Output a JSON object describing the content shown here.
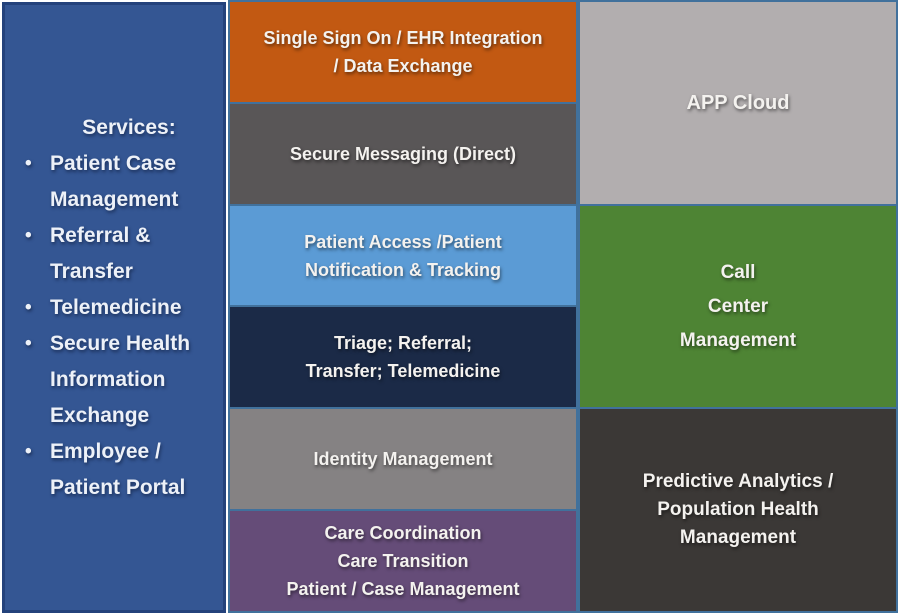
{
  "left_panel": {
    "title": "Services:",
    "background": "#345693",
    "items": [
      "Patient Case Management",
      "Referral & Transfer",
      "Telemedicine",
      "Secure Health Information Exchange",
      "Employee / Patient Portal"
    ]
  },
  "middle": {
    "blocks": [
      {
        "name": "single-sign-on",
        "color": "#C25912",
        "lines": [
          "Single Sign On / EHR Integration",
          "/ Data Exchange"
        ]
      },
      {
        "name": "secure-messaging",
        "color": "#595657",
        "lines": [
          "Secure Messaging (Direct)"
        ]
      },
      {
        "name": "patient-access",
        "color": "#5B9BD5",
        "lines": [
          "Patient Access /Patient",
          "Notification & Tracking"
        ]
      },
      {
        "name": "triage",
        "color": "#1B2A47",
        "lines": [
          "Triage; Referral;",
          "Transfer; Telemedicine"
        ]
      },
      {
        "name": "identity",
        "color": "#858283",
        "lines": [
          "Identity Management"
        ]
      },
      {
        "name": "care-coordination",
        "color": "#654C78",
        "lines": [
          "Care Coordination",
          "Care Transition",
          "Patient / Case Management"
        ]
      }
    ]
  },
  "right": {
    "blocks": [
      {
        "name": "app-cloud",
        "color": "#B2AEAF",
        "lines": [
          "APP Cloud"
        ]
      },
      {
        "name": "call-center",
        "color": "#4E8434",
        "lines": [
          "Call",
          "Center",
          "Management"
        ]
      },
      {
        "name": "predictive-analytics",
        "color": "#3B3836",
        "lines": [
          "Predictive Analytics /",
          "Population Health",
          "Management"
        ]
      }
    ]
  }
}
